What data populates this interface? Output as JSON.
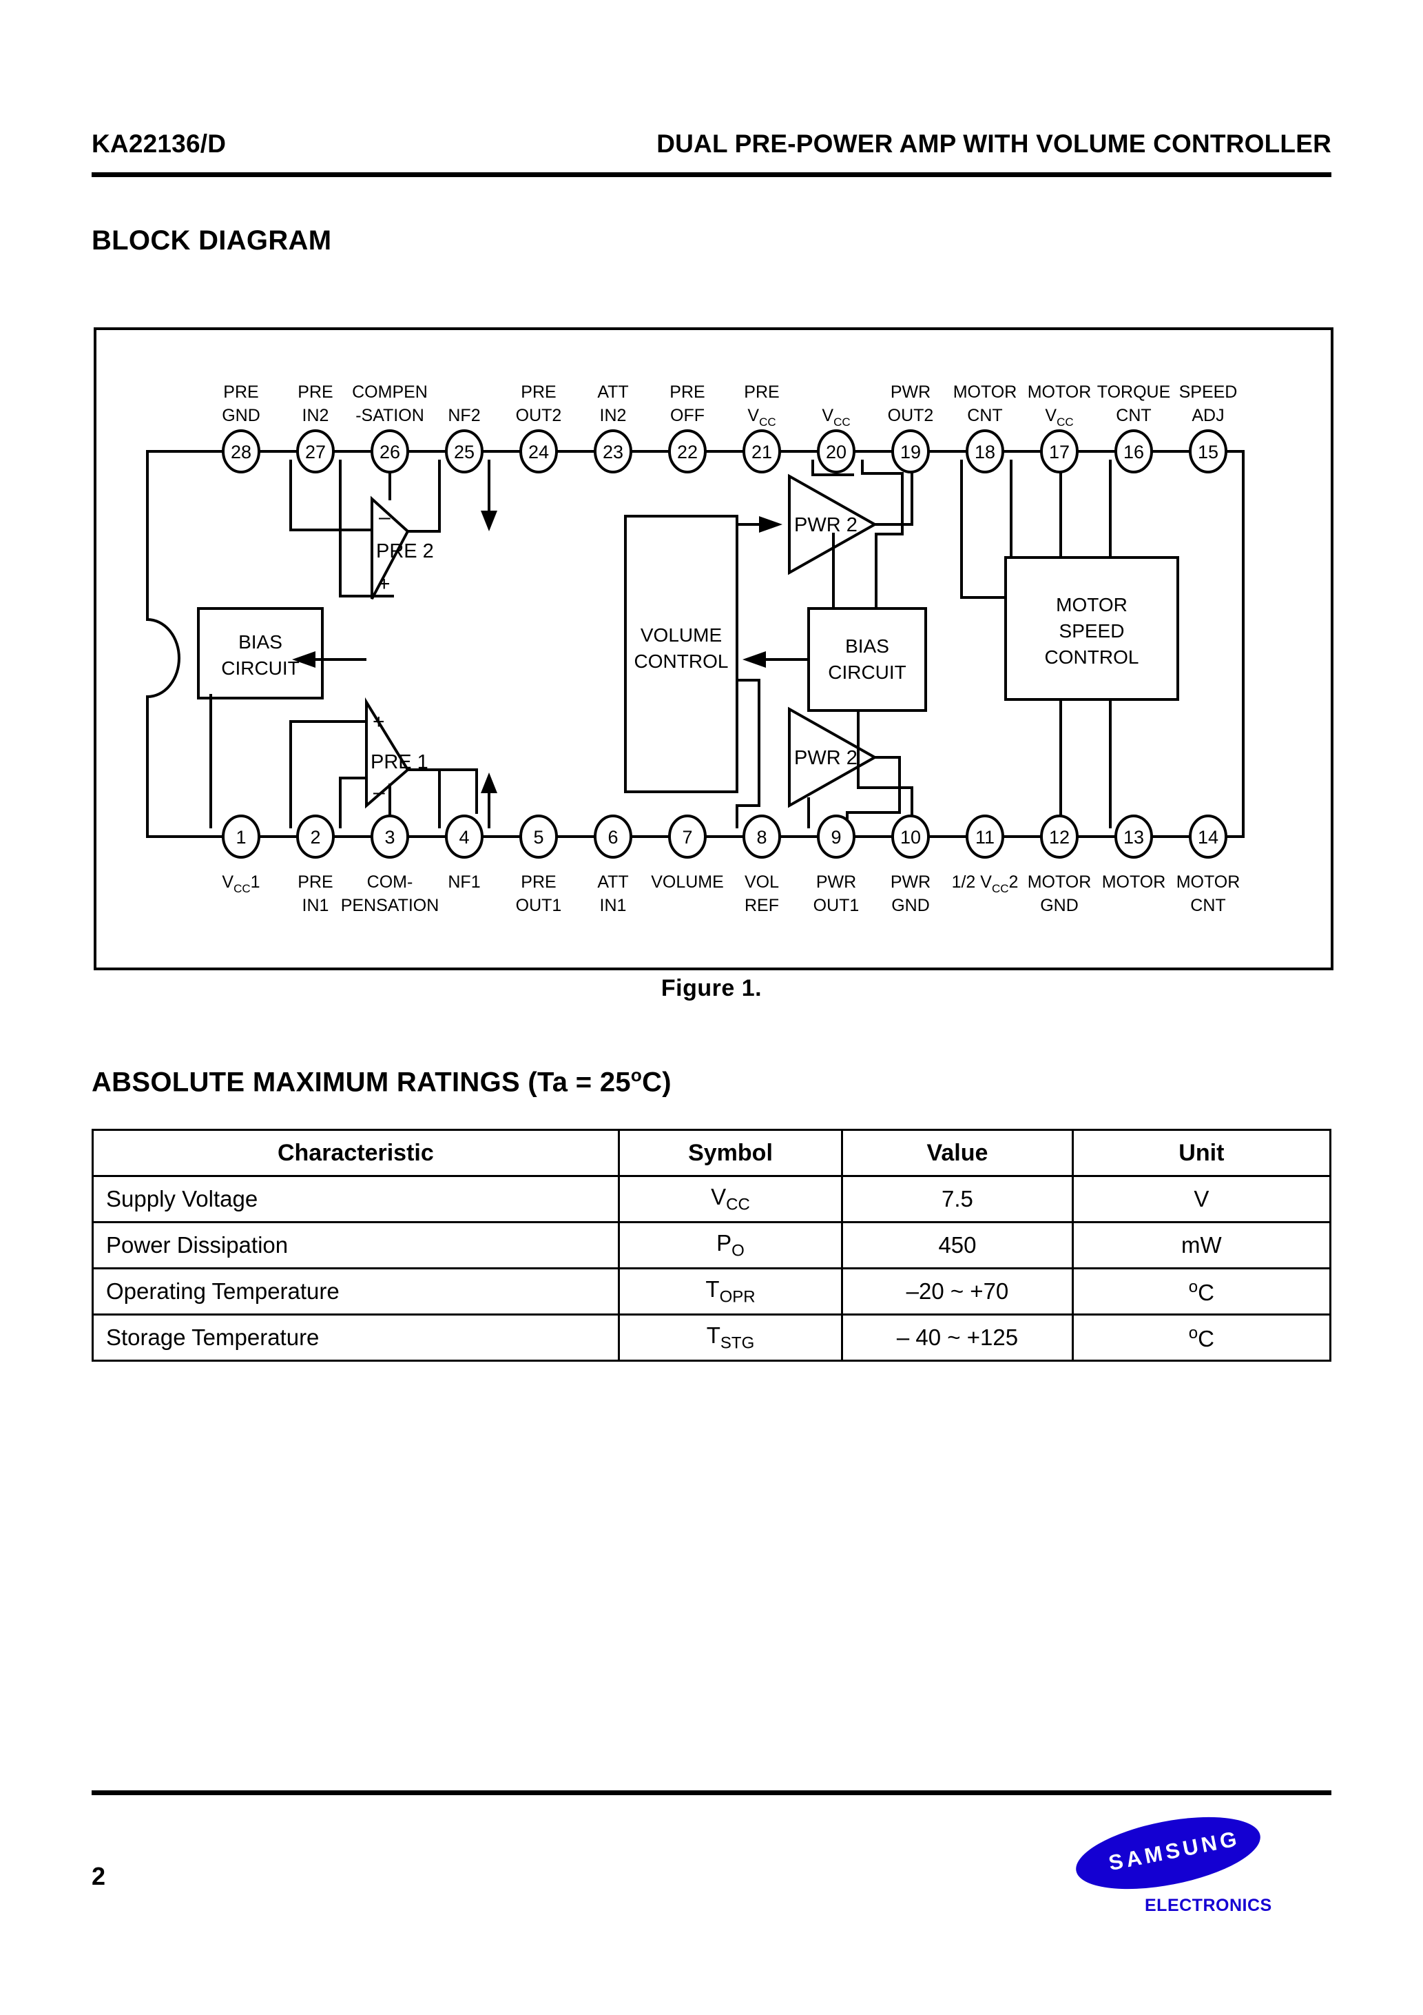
{
  "header": {
    "part_number": "KA22136/D",
    "title": "DUAL PRE-POWER AMP WITH VOLUME CONTROLLER"
  },
  "sections": {
    "block_diagram": "BLOCK DIAGRAM",
    "ratings_prefix": "ABSOLUTE MAXIMUM RATINGS (Ta = 25",
    "ratings_deg": "o",
    "ratings_suffix": "C)"
  },
  "figure": {
    "caption": "Figure  1."
  },
  "footer": {
    "page_number": "2",
    "logo_text": "SAMSUNG",
    "logo_sub": "ELECTRONICS",
    "logo_color": "#1400D2"
  },
  "block_diagram": {
    "blocks": [
      {
        "id": "bias-left",
        "label_line1": "BIAS",
        "label_line2": "CIRCUIT"
      },
      {
        "id": "volume",
        "label_line1": "VOLUME",
        "label_line2": "CONTROL"
      },
      {
        "id": "bias-right",
        "label_line1": "BIAS",
        "label_line2": "CIRCUIT"
      },
      {
        "id": "motor-speed",
        "label_line1": "MOTOR",
        "label_line2": "SPEED",
        "label_line3": "CONTROL"
      }
    ],
    "amplifiers": [
      {
        "id": "pre2",
        "label": "PRE 2",
        "top_sign": "–",
        "bottom_sign": "+"
      },
      {
        "id": "pre1",
        "label": "PRE 1",
        "top_sign": "+",
        "bottom_sign": "–"
      },
      {
        "id": "pwr-top",
        "label": "PWR 2"
      },
      {
        "id": "pwr-bottom",
        "label": "PWR 2"
      }
    ],
    "pins_top": [
      {
        "num": "28",
        "l1": "PRE",
        "l2": "GND"
      },
      {
        "num": "27",
        "l1": "PRE",
        "l2": "IN2"
      },
      {
        "num": "26",
        "l1": "COMPEN",
        "l2": "-SATION"
      },
      {
        "num": "25",
        "l1": "",
        "l2": "NF2"
      },
      {
        "num": "24",
        "l1": "PRE",
        "l2": "OUT2"
      },
      {
        "num": "23",
        "l1": "ATT",
        "l2": "IN2"
      },
      {
        "num": "22",
        "l1": "PRE",
        "l2": "OFF"
      },
      {
        "num": "21",
        "l1": "PRE",
        "l2": "V",
        "sub": "CC"
      },
      {
        "num": "20",
        "l1": "",
        "l2": "V",
        "sub": "CC"
      },
      {
        "num": "19",
        "l1": "PWR",
        "l2": "OUT2"
      },
      {
        "num": "18",
        "l1": "MOTOR",
        "l2": "CNT"
      },
      {
        "num": "17",
        "l1": "MOTOR",
        "l2": "V",
        "sub": "CC"
      },
      {
        "num": "16",
        "l1": "TORQUE",
        "l2": "CNT"
      },
      {
        "num": "15",
        "l1": "SPEED",
        "l2": "ADJ"
      }
    ],
    "pins_bottom": [
      {
        "num": "1",
        "l1": "V",
        "sub": "CC",
        "post": "1",
        "l2": ""
      },
      {
        "num": "2",
        "l1": "PRE",
        "l2": "IN1"
      },
      {
        "num": "3",
        "l1": "COM-",
        "l2": "PENSATION"
      },
      {
        "num": "4",
        "l1": "NF1",
        "l2": ""
      },
      {
        "num": "5",
        "l1": "PRE",
        "l2": "OUT1"
      },
      {
        "num": "6",
        "l1": "ATT",
        "l2": "IN1"
      },
      {
        "num": "7",
        "l1": "VOLUME",
        "l2": ""
      },
      {
        "num": "8",
        "l1": "VOL",
        "l2": "REF"
      },
      {
        "num": "9",
        "l1": "PWR",
        "l2": "OUT1"
      },
      {
        "num": "10",
        "l1": "PWR",
        "l2": "GND"
      },
      {
        "num": "11",
        "l1": "1/2 V",
        "sub": "CC",
        "post": "2",
        "l2": ""
      },
      {
        "num": "12",
        "l1": "MOTOR",
        "l2": "GND"
      },
      {
        "num": "13",
        "l1": "MOTOR",
        "l2": ""
      },
      {
        "num": "14",
        "l1": "MOTOR",
        "l2": "CNT"
      }
    ]
  },
  "ratings_table": {
    "columns": [
      "Characteristic",
      "Symbol",
      "Value",
      "Unit"
    ],
    "rows": [
      {
        "characteristic": "Supply Voltage",
        "symbol_base": "V",
        "symbol_sub": "CC",
        "value": "7.5",
        "unit": "V",
        "unit_deg": ""
      },
      {
        "characteristic": "Power Dissipation",
        "symbol_base": "P",
        "symbol_sub": "O",
        "value": "450",
        "unit": "mW",
        "unit_deg": ""
      },
      {
        "characteristic": "Operating Temperature",
        "symbol_base": "T",
        "symbol_sub": "OPR",
        "value": "–20 ~ +70",
        "unit": "C",
        "unit_deg": "o"
      },
      {
        "characteristic": "Storage Temperature",
        "symbol_base": "T",
        "symbol_sub": "STG",
        "value": "– 40 ~ +125",
        "unit": "C",
        "unit_deg": "o"
      }
    ]
  }
}
